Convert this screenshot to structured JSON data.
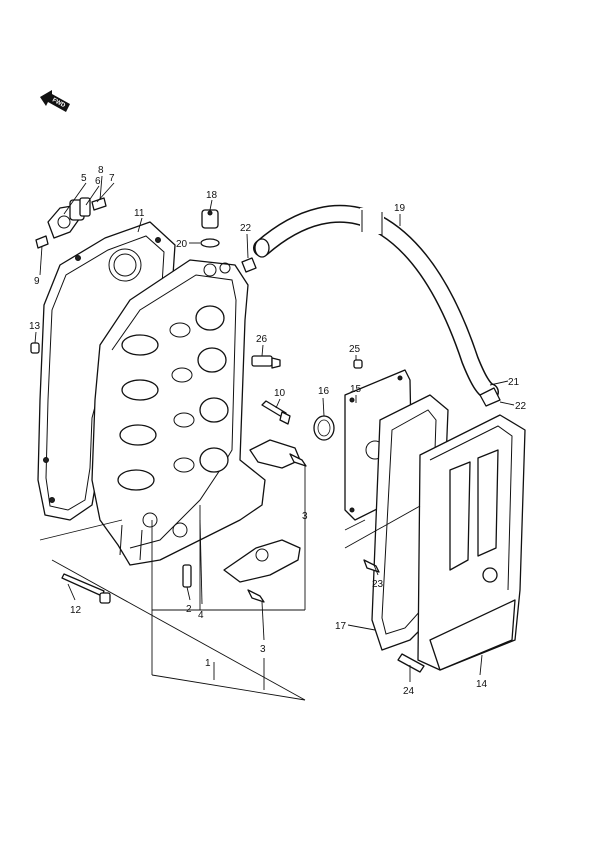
{
  "diagram": {
    "direction_label": "FWD",
    "callouts": {
      "p1": "1",
      "p2": "2",
      "p3a": "3",
      "p3b": "3",
      "p4": "4",
      "p5": "5",
      "p6": "6",
      "p7": "7",
      "p8": "8",
      "p9": "9",
      "p10": "10",
      "p11": "11",
      "p12": "12",
      "p13": "13",
      "p14": "14",
      "p15": "15",
      "p16": "16",
      "p17": "17",
      "p18": "18",
      "p19": "19",
      "p20": "20",
      "p21": "21",
      "p22a": "22",
      "p22b": "22",
      "p23": "23",
      "p24": "24",
      "p25": "25",
      "p26": "26"
    }
  }
}
